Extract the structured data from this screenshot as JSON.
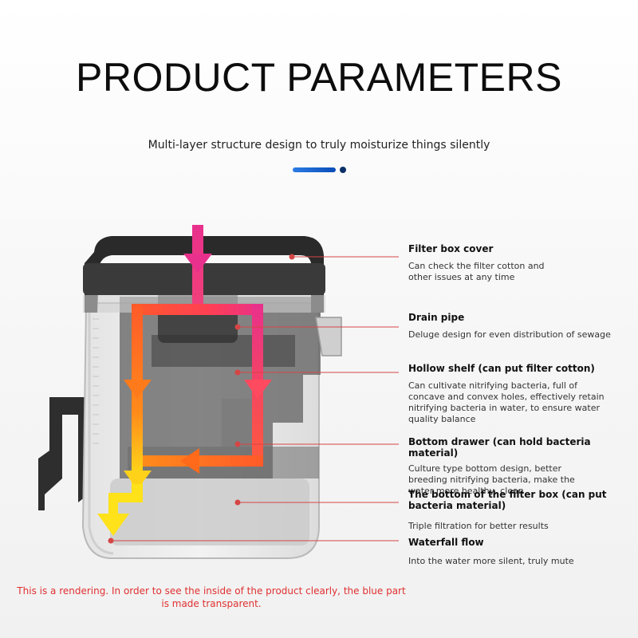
{
  "title": "PRODUCT PARAMETERS",
  "subtitle": "Multi-layer structure design to truly moisturize things silently",
  "colors": {
    "accent_blue": "#0a4db8",
    "callout_line": "#d64545",
    "note_red": "#e03131",
    "flow_pink": "#e8308c",
    "flow_orange": "#ff6a1a",
    "flow_yellow": "#ffe21a"
  },
  "callouts": [
    {
      "title": "Filter box cover",
      "description": "Can check the filter cotton and other issues at any time"
    },
    {
      "title": "Drain pipe",
      "description": "Deluge design for even distribution of sewage"
    },
    {
      "title": "Hollow shelf (can put filter cotton)",
      "description": "Can cultivate nitrifying bacteria, full of concave and convex holes, effectively retain nitrifying bacteria in water, to ensure water quality balance"
    },
    {
      "title": "Bottom drawer (can hold bacteria material)",
      "description": "Culture type bottom design, better breeding nitrifying bacteria, make the water more healthy, clean"
    },
    {
      "title": "The bottom of the filter box (can put bacteria material)",
      "description": "Triple filtration for better results"
    },
    {
      "title": "Waterfall flow",
      "description": "Into the water more silent, truly mute"
    }
  ],
  "footnote": "This is a rendering. In order to see the inside of the product clearly, the blue part is made transparent."
}
